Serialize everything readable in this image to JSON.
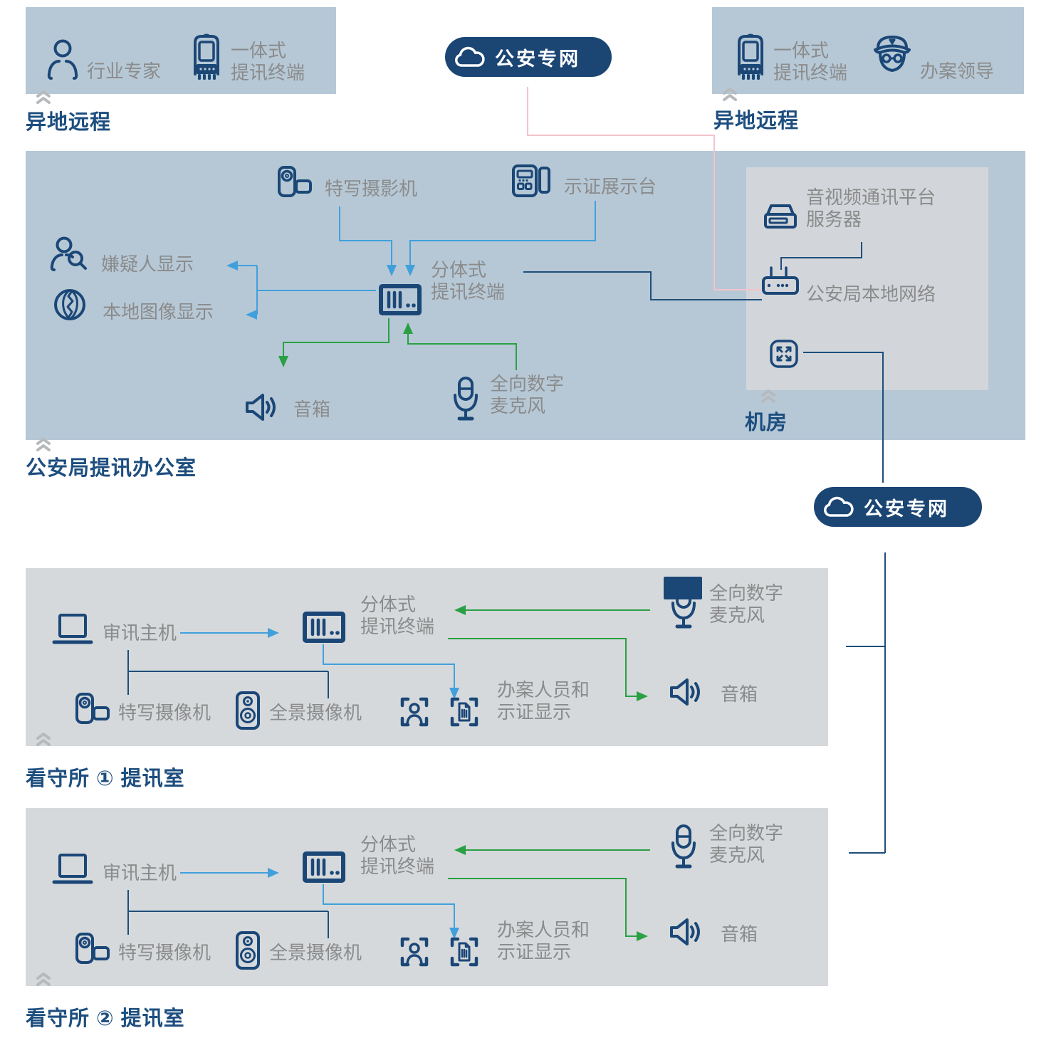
{
  "colors": {
    "navy_icon": "#1b4777",
    "line_navy": "#1f4e79",
    "arrow_blue": "#41a0dc",
    "arrow_green": "#2aa044",
    "line_pink": "#f3c3cc",
    "caption_navy": "#1d4e7f",
    "label_gray": "#8b8b8b",
    "cloud_pill_navy": "#1b4573",
    "box_blue": "#b6c8d6",
    "box_gray": "#d5d9dc",
    "room_gray": "#d2d6da"
  },
  "network": {
    "label": "公安专网"
  },
  "remote_expert": {
    "expert_label": "行业专家",
    "terminal_label": "一体式\n提讯终端",
    "caption": "异地远程"
  },
  "remote_leader": {
    "terminal_label": "一体式\n提讯终端",
    "leader_label": "办案领导",
    "caption": "异地远程"
  },
  "bureau": {
    "caption": "公安局提讯办公室",
    "closeup_camera": "特写摄影机",
    "evidence_stand": "示证展示台",
    "suspect_display": "嫌疑人显示",
    "local_image_display": "本地图像显示",
    "terminal": "分体式\n提讯终端",
    "speaker": "音箱",
    "microphone": "全向数字\n麦克风",
    "server_room": {
      "caption": "机房",
      "server": "音视频通讯平台\n服务器",
      "local_network": "公安局本地网络"
    }
  },
  "detention1": {
    "caption": "看守所 ① 提讯室",
    "host": "审讯主机",
    "terminal": "分体式\n提讯终端",
    "microphone": "全向数字\n麦克风",
    "speaker": "音箱",
    "closeup_camera": "特写摄像机",
    "panorama_camera": "全景摄像机",
    "display": "办案人员和\n示证显示"
  },
  "detention2": {
    "caption": "看守所 ② 提讯室",
    "host": "审讯主机",
    "terminal": "分体式\n提讯终端",
    "microphone": "全向数字\n麦克风",
    "speaker": "音箱",
    "closeup_camera": "特写摄像机",
    "panorama_camera": "全景摄像机",
    "display": "办案人员和\n示证显示"
  }
}
